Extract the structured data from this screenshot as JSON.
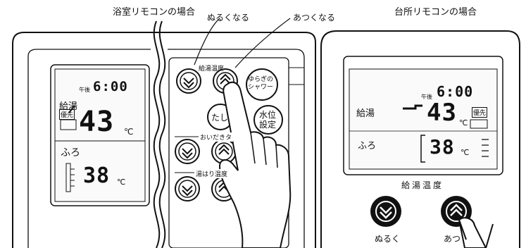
{
  "header": {
    "bath_remote_title": "浴室リモコンの場合",
    "kitchen_remote_title": "台所リモコンの場合",
    "callout_cooler": "ぬるくなる",
    "callout_hotter": "あつくなる"
  },
  "bath_panel": {
    "display": {
      "ampm": "午後",
      "time": "6:00",
      "hot_water_label": "給湯",
      "priority_badge": "優先",
      "hot_water_temp": "43",
      "unit": "℃",
      "bath_label": "ふろ",
      "bath_temp": "38",
      "bath_unit": "℃"
    },
    "buttons": {
      "hot_water_temp_label": "給湯温度",
      "yuragi_shower": "ゆらぎの\nシャワー",
      "tashi": "たし",
      "water_level_setting": "水位\n設定",
      "reheat_label": "おいだきタ",
      "bath_fill_temp_label": "湯はり温度"
    }
  },
  "kitchen_panel": {
    "display": {
      "ampm": "午後",
      "time": "6:00",
      "hot_water_label": "給湯",
      "priority_badge": "優先",
      "hot_water_temp": "43",
      "unit": "℃",
      "bath_label": "ふろ",
      "bath_temp": "38",
      "bath_unit": "℃"
    },
    "controls": {
      "hot_water_temp_label": "給湯温度",
      "cooler_button_label": "ぬるく",
      "hotter_button_label": "あつ"
    }
  }
}
